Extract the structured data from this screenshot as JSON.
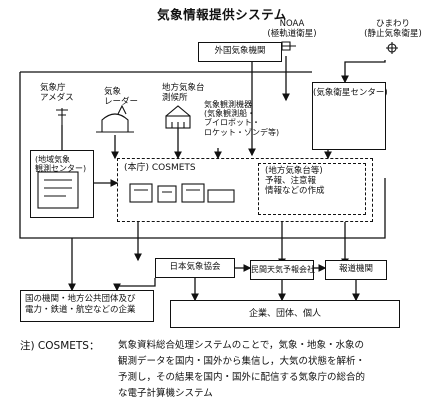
{
  "title": "気象情報提供システム",
  "sources": {
    "foreign_agency": "外国気象機関",
    "noaa": [
      "NOAA",
      "(極軌道衛星)"
    ],
    "himawari": [
      "ひまわり",
      "(静止気象衛星)"
    ],
    "jma_amedas": [
      "気象庁",
      "アメダス"
    ],
    "radar": [
      "気象",
      "レーダー"
    ],
    "local_obs": [
      "地方気象台",
      "測候所"
    ],
    "instruments": [
      "気象観測機器",
      "(気象観測船・",
      "ブイロボット・",
      "ロケット・ゾンデ等)"
    ],
    "satellite_center": "(気象衛星センター)",
    "regional_center": [
      "(地域気象",
      "観測センター)"
    ]
  },
  "cosmets": {
    "hq": "(本庁) COSMETS",
    "local": [
      "(地方気象台等)",
      "予報、注意報",
      "情報などの作成"
    ]
  },
  "distribution": {
    "jwa": "日本気象協会",
    "private": "民間天気予報会社",
    "media": "報道機関",
    "public_bodies": [
      "国の機関・地方公共団体及び",
      "電力・鉄道・航空などの企業"
    ],
    "citizens": "企業、団体、個人"
  },
  "note": {
    "label": "注) COSMETS：",
    "lines": [
      "気象資料総合処理システムのことで，気象・地象・水象の",
      "観測データを国内・国外から集信し，大気の状態を解析・",
      "予測し，その結果を国内・国外に配信する気象庁の総合的",
      "な電子計算機システム"
    ]
  }
}
